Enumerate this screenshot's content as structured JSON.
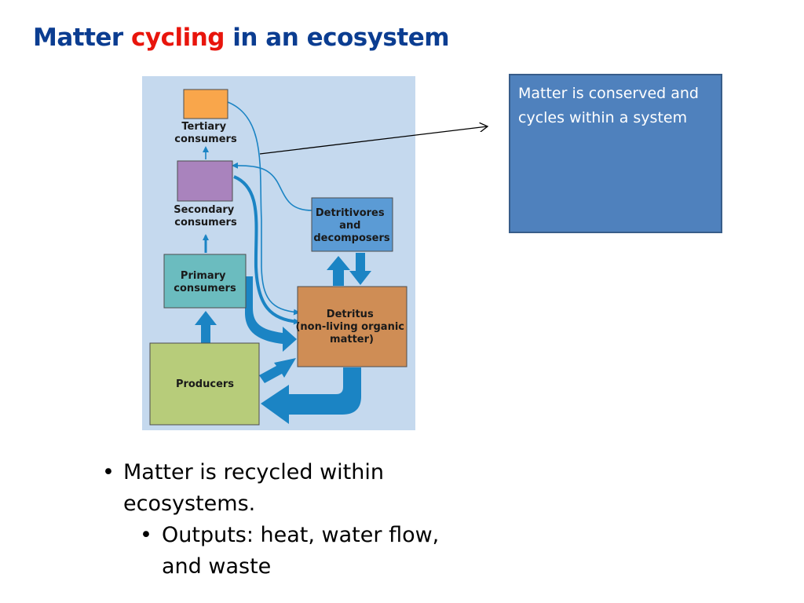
{
  "title": {
    "part1": "Matter",
    "part2": "cycling",
    "part3": "in an ecosystem",
    "colors": {
      "main": "#0b3d91",
      "highlight": "#e8150c"
    }
  },
  "diagram": {
    "background_color": "#c5d9ee",
    "arrow_color": "#1b84c4",
    "boxes": {
      "tertiary": {
        "lines": [
          "Tertiary",
          "consumers"
        ],
        "color": "#f9a64b"
      },
      "secondary": {
        "lines": [
          "Secondary",
          "consumers"
        ],
        "color": "#a983bd"
      },
      "primary": {
        "lines": [
          "Primary",
          "consumers"
        ],
        "color": "#6bbcbf"
      },
      "producers": {
        "lines": [
          "Producers"
        ],
        "color": "#b7cc7a"
      },
      "detritivores": {
        "lines": [
          "Detritivores",
          "and",
          "decomposers"
        ],
        "color": "#5b9bd5"
      },
      "detritus": {
        "lines": [
          "Detritus",
          "(non-living organic",
          "matter)"
        ],
        "color": "#cf8d55"
      }
    }
  },
  "callout": {
    "text": "Matter is conserved and cycles within a system",
    "color": "#4f81bd"
  },
  "bullets": {
    "bullet_glyph": "•",
    "main": "Matter is recycled within ecosystems.",
    "sub": "Outputs: heat, water flow, and waste"
  }
}
